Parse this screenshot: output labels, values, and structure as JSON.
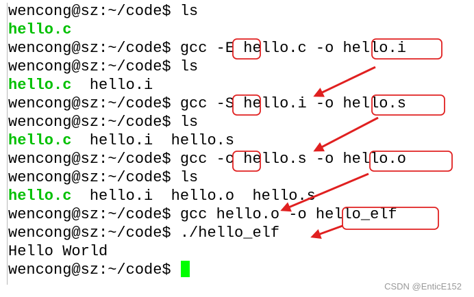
{
  "terminal": {
    "lines": [
      {
        "prompt": "wencong@sz:~/code$",
        "cmd": " ls"
      },
      {
        "output": "hello.c"
      },
      {
        "prompt": "wencong@sz:~/code$",
        "cmd": " gcc -E hello.c -o hello.i"
      },
      {
        "prompt": "wencong@sz:~/code$",
        "cmd": " ls"
      },
      {
        "output_green": "hello.c",
        "output_rest": "  hello.i"
      },
      {
        "prompt": "wencong@sz:~/code$",
        "cmd": " gcc -S hello.i -o hello.s"
      },
      {
        "prompt": "wencong@sz:~/code$",
        "cmd": " ls"
      },
      {
        "output_green": "hello.c",
        "output_rest": "  hello.i  hello.s"
      },
      {
        "prompt": "wencong@sz:~/code$",
        "cmd": " gcc -c hello.s -o hello.o"
      },
      {
        "prompt": "wencong@sz:~/code$",
        "cmd": " ls"
      },
      {
        "output_green": "hello.c",
        "output_rest": "  hello.i  hello.o  hello.s"
      },
      {
        "prompt": "wencong@sz:~/code$",
        "cmd": " gcc hello.o -o hello_elf"
      },
      {
        "prompt": "wencong@sz:~/code$",
        "cmd": " ./hello_elf"
      },
      {
        "output": "Hello World"
      },
      {
        "prompt": "wencong@sz:~/code$",
        "cmd": " "
      }
    ]
  },
  "colors": {
    "annotation": "#e02020",
    "output_highlight": "#00c000",
    "cursor": "#00ff00"
  },
  "watermark": "CSDN @EnticE152"
}
